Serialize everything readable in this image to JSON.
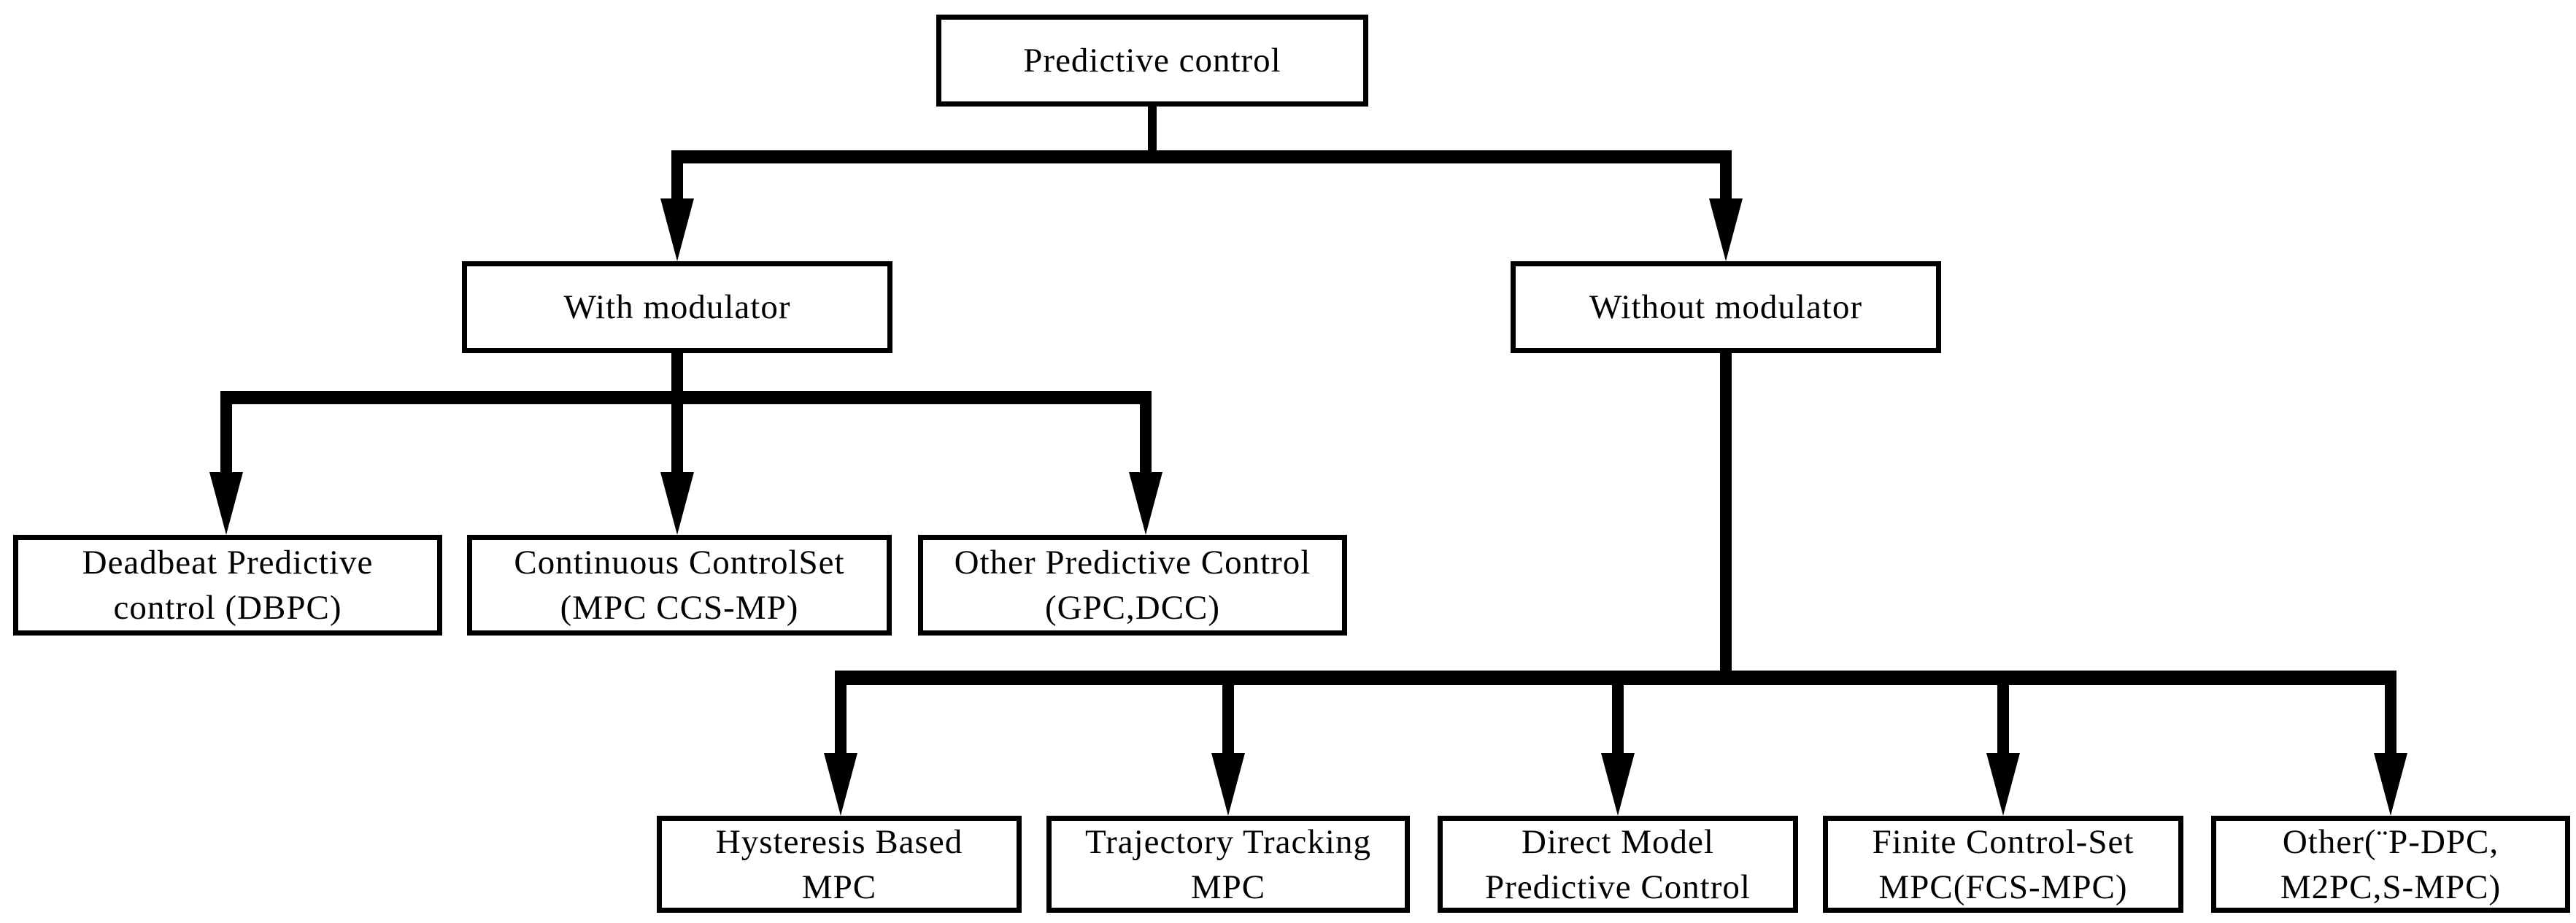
{
  "nodes": {
    "root": {
      "label": "Predictive control"
    },
    "with_modulator": {
      "label": "With modulator"
    },
    "without_modulator": {
      "label": "Without modulator"
    },
    "deadbeat": {
      "line1": "Deadbeat Predictive",
      "line2": "control (DBPC)"
    },
    "continuous": {
      "line1": "Continuous ControlSet",
      "line2": "(MPC CCS-MP)"
    },
    "other_predictive": {
      "line1": "Other Predictive Control",
      "line2": "(GPC,DCC)"
    },
    "hysteresis": {
      "line1": "Hysteresis Based",
      "line2": "MPC"
    },
    "trajectory": {
      "line1": "Trajectory Tracking",
      "line2": "MPC"
    },
    "direct_model": {
      "line1": "Direct Model",
      "line2": "Predictive Control"
    },
    "finite": {
      "line1": "Finite Control-Set",
      "line2": "MPC(FCS-MPC)"
    },
    "other": {
      "line1": "Other(¨P-DPC,",
      "line2": "M2PC,S-MPC)"
    }
  },
  "colors": {
    "line": "#000000",
    "box_border": "#000000",
    "box_fill": "#ffffff",
    "background": "#ffffff",
    "text": "#000000"
  }
}
